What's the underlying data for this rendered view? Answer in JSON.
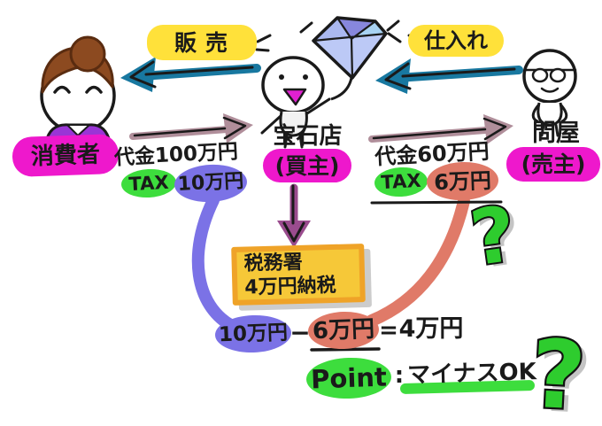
{
  "top_row": {
    "sale_label": "販売",
    "purchase_label": "仕入れ"
  },
  "actors": {
    "consumer": {
      "label": "消費者"
    },
    "jewelry_store": {
      "name": "宝石店",
      "role": "(買主)"
    },
    "wholesaler": {
      "name": "問屋",
      "role": "(売主)"
    }
  },
  "flows": {
    "consumer_to_store": {
      "payment": "代金100万円",
      "tax_label": "TAX",
      "tax_amount": "10万円"
    },
    "store_to_wholesaler": {
      "payment": "代金60万円",
      "tax_label": "TAX",
      "tax_amount": "6万円"
    }
  },
  "tax_office": {
    "line1": "税務署",
    "line2": "4万円納税"
  },
  "formula": {
    "minuend": "10万円",
    "minus": "−",
    "subtrahend": "6万円",
    "equals": "=",
    "result": "4万円"
  },
  "point": {
    "label": "Point",
    "colon": ":",
    "note": "マイナスOK"
  },
  "icons": {
    "question_mark": "?"
  },
  "colors": {
    "highlight_yellow": "#ffe13a",
    "magenta": "#ee18cc",
    "green": "#3ddd3d",
    "purple": "#7b72e6",
    "salmon": "#e07a68",
    "teal_arrow": "#1878a0",
    "mauve_arrow": "#b08e9a",
    "plum_arrow": "#9a4c8e",
    "tax_box_fill": "#f6c838",
    "tax_box_border": "#efa328",
    "diamond_blue": "#aab8f0"
  }
}
